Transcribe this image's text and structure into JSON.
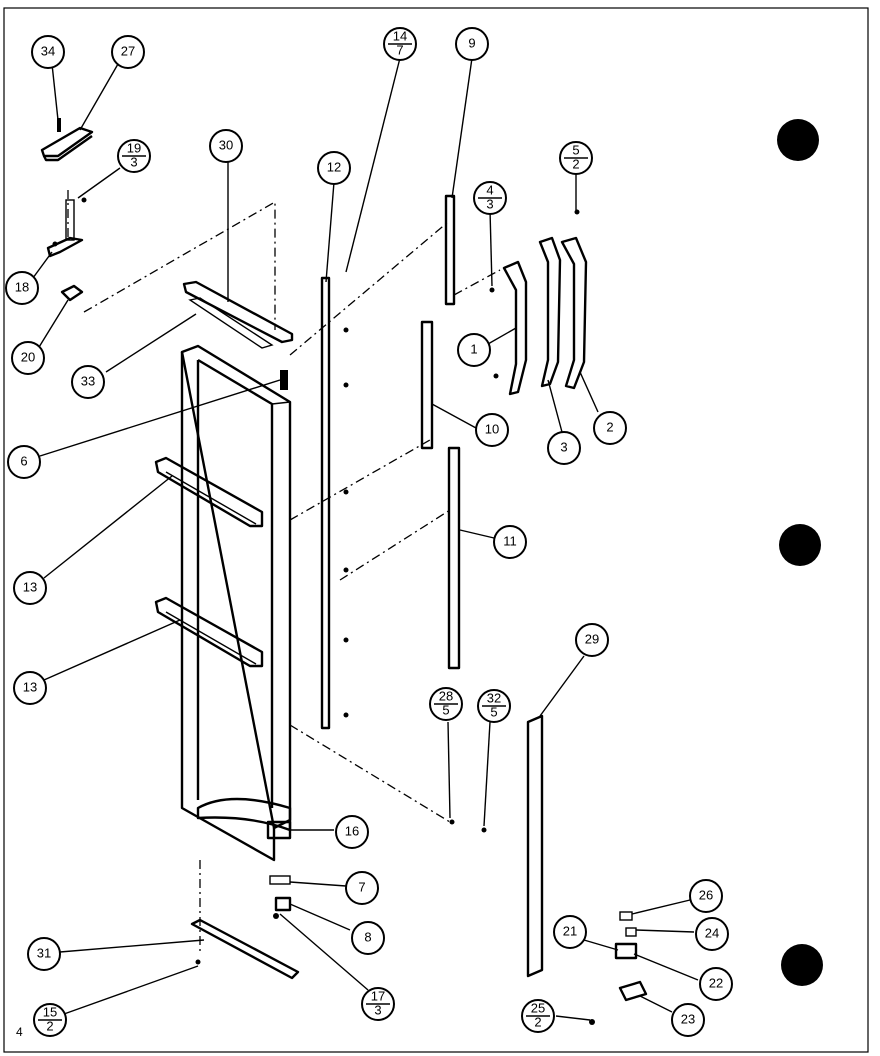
{
  "diagram": {
    "page_number": "4",
    "callouts": {
      "c34": "34",
      "c27": "27",
      "c19": [
        "19",
        "3"
      ],
      "c30": "30",
      "c12": "12",
      "c14": [
        "14",
        "7"
      ],
      "c9": "9",
      "c5": [
        "5",
        "2"
      ],
      "c4": [
        "4",
        "3"
      ],
      "c18": "18",
      "c20": "20",
      "c33": "33",
      "c1": "1",
      "c6": "6",
      "c10": "10",
      "c3": "3",
      "c2": "2",
      "c13a": "13",
      "c11": "11",
      "c13b": "13",
      "c29": "29",
      "c28": [
        "28",
        "5"
      ],
      "c32": [
        "32",
        "5"
      ],
      "c16": "16",
      "c7": "7",
      "c8": "8",
      "c26": "26",
      "c21": "21",
      "c24": "24",
      "c31": "31",
      "c22": "22",
      "c17": [
        "17",
        "3"
      ],
      "c15": [
        "15",
        "2"
      ],
      "c25": [
        "25",
        "2"
      ],
      "c23": "23"
    }
  }
}
